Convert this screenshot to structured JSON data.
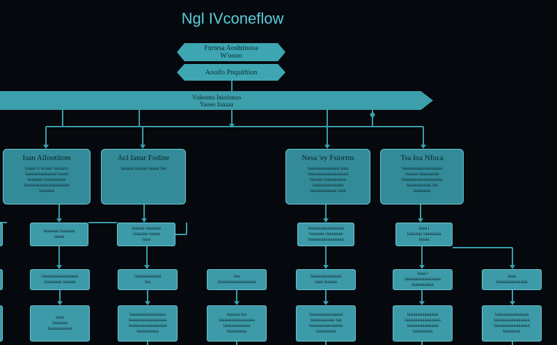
{
  "title": "Ngl IVconeflow",
  "top": {
    "box1": [
      "Fnrtesa Aoshtinooa",
      "W'oooo"
    ],
    "box2": [
      "Aooifo Pnquithion"
    ]
  },
  "banner": [
    "Vuleonto Inioionoo",
    "Yaoeo Inaaaa"
  ],
  "level1": [
    {
      "title": "Isan AlIootiiom",
      "body": [
        "Ioaaa is Ieoaar Iasaaso",
        "Iaaaaaaaaaaaaa Iaaaa",
        "Iaaaaaa Iaaaaaaaaa",
        "Iaaaaaaaaaaaaaaaaaaa",
        "Iaaaaaa"
      ]
    },
    {
      "title": "Acl Ianar Fodine",
      "body": [
        "Iaaaaa Iaaaaa Iaaaa Iaa"
      ]
    },
    {
      "title": "Nesa 'ey Fsiorms",
      "body": [
        "Iaaaaaaaaaaaaa Iaaa",
        "Iaaaaaaaaaaaaaaaaa",
        "Iaaaaa Iaaaaaaaaa",
        "Iaaaaaaaaaaaaa",
        "Iaaaaaaaaaaa Iaaa"
      ]
    },
    {
      "title": "Tsa Ioa Nfoca",
      "body": [
        "Iaaaaaaaaaaaaaaaaa",
        "Iaaaaa Iaaaaaaaa",
        "Iaaaaaaaaaaaaaaaaa",
        "Iaaaaaaaaaa Iaa",
        "Iaaaaaaa"
      ]
    }
  ],
  "level2": [
    {
      "lines": [
        "Iaaaaaa Iaaaaaa",
        "Iaaaa"
      ]
    },
    {
      "lines": [
        "Iaaaaa Iaaaaaa",
        "Iaaaaaa Iaaaa",
        "Iaaa"
      ]
    },
    {
      "lines": [
        "Iaaaaaaaaaaaaaaa",
        "Iaaaaaa Iaaaaaaa",
        "Iaaaaaaaaaaaaaaa"
      ]
    },
    {
      "lines": [
        "Iaaa I",
        "Iaaaaaa Iaaaaaaa",
        "Iaaaa"
      ]
    }
  ],
  "level3": [
    {
      "lines": [
        "Iaaaaaaaaaaaaaaa",
        "Iaaaaaaa Iaaaaa"
      ]
    },
    {
      "lines": [
        "Iaaaaaaaaaaa",
        "Iaa"
      ]
    },
    {
      "lines": [
        "Iaa",
        "Iaaaaaaaaaaaaaaaa"
      ]
    },
    {
      "lines": [
        "Iaaaaaaaaaaaaa",
        "Iaaa Iaaaaa"
      ]
    },
    {
      "lines": [
        "Iaaa I",
        "Iaaaaaaaaaaaaaaa",
        "Iaaaaaaaaa"
      ]
    },
    {
      "lines": [
        "Iaaa",
        "Iaaaaaaaaaaaaa"
      ]
    }
  ],
  "level4": [
    {
      "lines": [
        "Iaaa",
        "Iaaaaaa",
        "Iaaaaaaaaaa"
      ]
    },
    {
      "lines": [
        "Iaaaaaaaaaaaaaaa",
        "Iaaaaaaaaaaaaaaaa",
        "Iaaaaaaaaaaaaaaaa",
        "Iaaaaaaaaa"
      ]
    },
    {
      "lines": [
        "Iaaaaa Iaa",
        "Iaaaaaaaaaaaaaaa",
        "Iaaaaaaaaaaa",
        "Iaaaaaaaa"
      ]
    },
    {
      "lines": [
        "Iaaaaaaaaaaaaaa",
        "Iaaaaaaaaaa Iaa",
        "Iaaaaaaaaaaaaaa",
        "Iaaaaaaaa"
      ]
    },
    {
      "lines": [
        "Iaaaaaaaaaaaaa",
        "Iaaaaaaaaaaaaaaa",
        "Iaaaaaaaaaaaaa",
        "Iaaaaaaaa"
      ]
    },
    {
      "lines": [
        "Iaaaaaaaaaaaaaa",
        "Iaaaaaaaaaaaaaaa",
        "Iaaaaaaaaaaaaaaa",
        "Iaaaaaaa"
      ]
    }
  ],
  "colors": {
    "background": "#05090d",
    "node": "#3d9aa8",
    "line": "#3a9fad",
    "title": "#5ccedc"
  }
}
